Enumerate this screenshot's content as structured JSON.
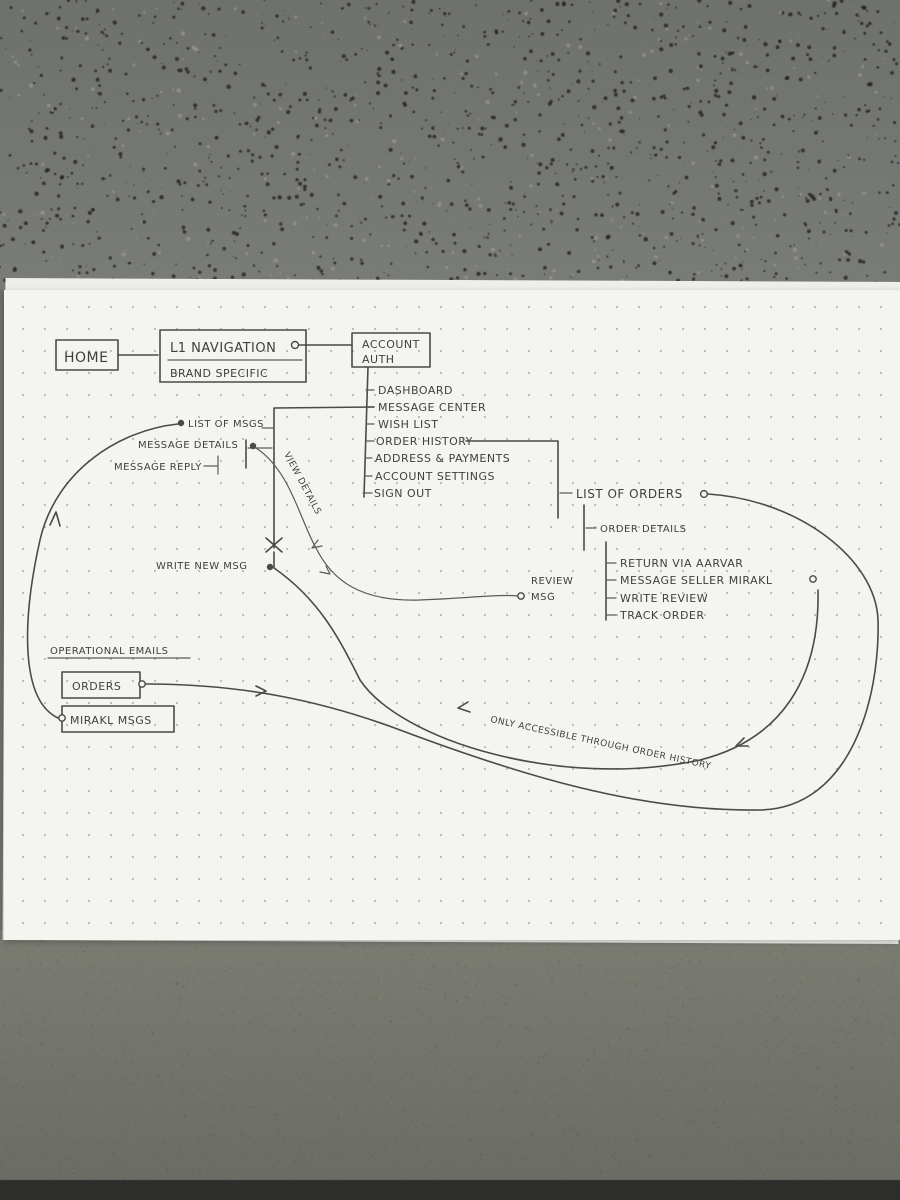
{
  "sitemap": {
    "home": "HOME",
    "l1_nav": "L1 NAVIGATION",
    "brand_specific": "BRAND SPECIFIC",
    "account_auth_line1": "ACCOUNT",
    "account_auth_line2": "AUTH",
    "account_menu": [
      "DASHBOARD",
      "MESSAGE CENTER",
      "WISH LIST",
      "ORDER HISTORY",
      "ADDRESS & PAYMENTS",
      "ACCOUNT SETTINGS",
      "SIGN OUT"
    ],
    "messages": {
      "list": "LIST OF MSGS",
      "details": "MESSAGE DETAILS",
      "reply": "MESSAGE REPLY",
      "write_new": "WRITE NEW MSG",
      "view_details": "VIEW DETAILS"
    },
    "orders": {
      "list": "LIST OF ORDERS",
      "details": "ORDER DETAILS",
      "actions": [
        "RETURN VIA AARVAR",
        "MESSAGE SELLER MIRAKL",
        "WRITE REVIEW",
        "TRACK ORDER"
      ],
      "review_line1": "REVIEW",
      "review_line2": "MSG"
    },
    "operational_emails": {
      "heading": "OPERATIONAL EMAILS",
      "orders": "ORDERS",
      "mirakl": "MIRAKL MSGS"
    },
    "note": "ONLY ACCESSIBLE THROUGH ORDER HISTORY"
  }
}
